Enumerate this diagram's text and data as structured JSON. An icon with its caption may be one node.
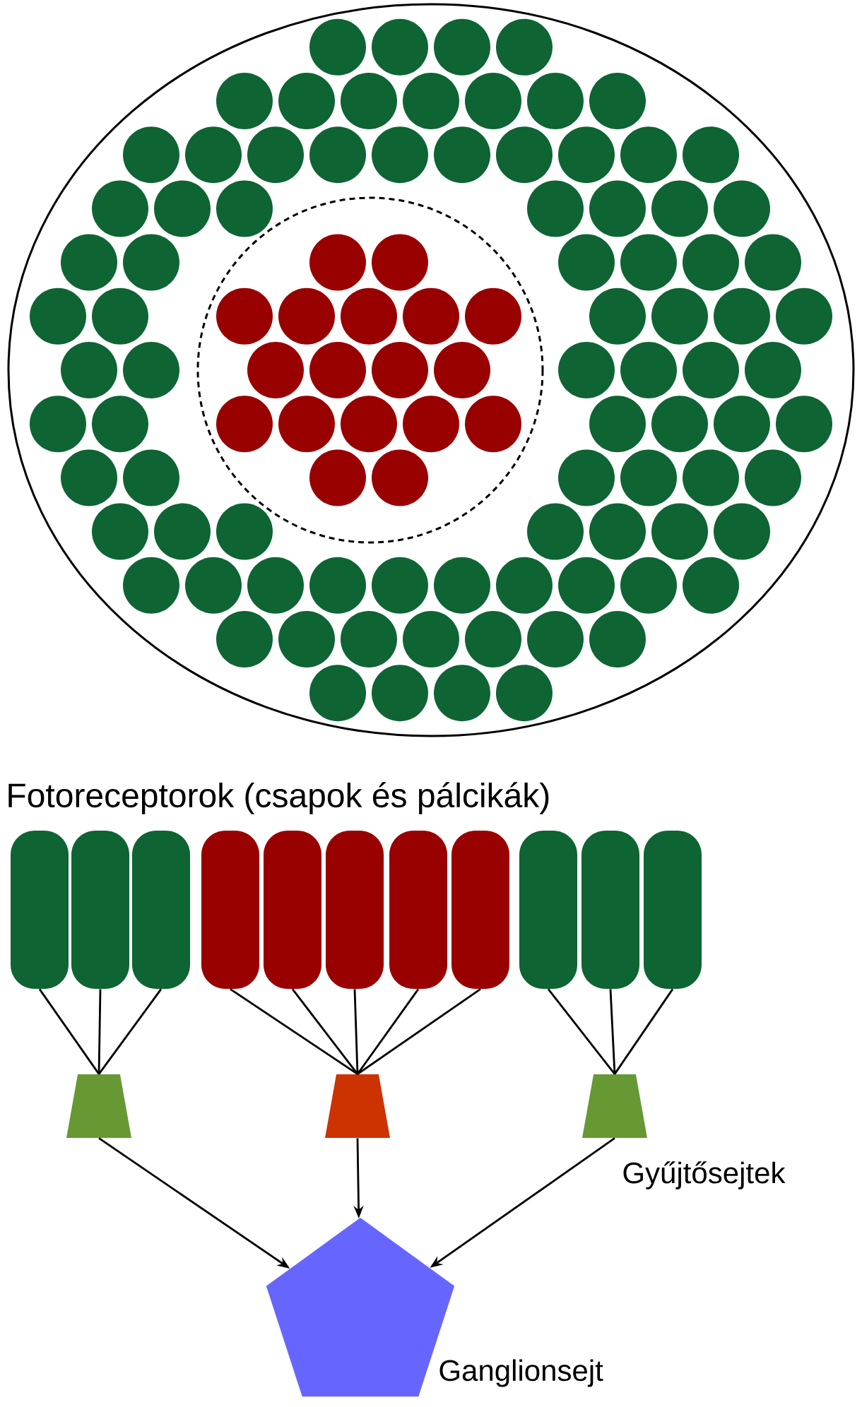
{
  "diagram": {
    "nodes": [
      {
        "text": [],
        "shape": "box"
      },
      {
        "text": [],
        "shape": "box"
      },
      {
        "text": [],
        "shape": "box"
      },
      {
        "text": [],
        "shape": "box"
      },
      {
        "text": [],
        "shape": "box"
      },
      {
        "text": [],
        "shape": "box"
      },
      {
        "text": [],
        "shape": "box"
      },
      {
        "text": [],
        "shape": "box"
      },
      {
        "text": [],
        "shape": "box"
      },
      {
        "text": [],
        "shape": "box"
      },
      {
        "text": [],
        "shape": "box"
      },
      {
        "text": [],
        "shape": "trapezoid"
      },
      {
        "text": [],
        "shape": "trapezoid"
      },
      {
        "text": [],
        "shape": "trapezoid"
      },
      {
        "text": [],
        "shape": "pentagon",
        "beside": [
          "Ganglionsejt"
        ]
      }
    ],
    "edges": [
      {
        "from": 0,
        "to": 11,
        "arrow": "none"
      },
      {
        "from": 1,
        "to": 11,
        "arrow": "none"
      },
      {
        "from": 2,
        "to": 11,
        "arrow": "none"
      },
      {
        "from": 3,
        "to": 12,
        "arrow": "none"
      },
      {
        "from": 4,
        "to": 12,
        "arrow": "none"
      },
      {
        "from": 5,
        "to": 12,
        "arrow": "none"
      },
      {
        "from": 6,
        "to": 12,
        "arrow": "none"
      },
      {
        "from": 7,
        "to": 12,
        "arrow": "none"
      },
      {
        "from": 8,
        "to": 13,
        "arrow": "none"
      },
      {
        "from": 9,
        "to": 13,
        "arrow": "none"
      },
      {
        "from": 10,
        "to": 13,
        "arrow": "none"
      },
      {
        "from": 11,
        "to": 14,
        "arrow": "to"
      },
      {
        "from": 12,
        "to": 14,
        "arrow": "to"
      },
      {
        "from": 13,
        "to": 14,
        "arrow": "to"
      }
    ],
    "labels": [
      "Fotoreceptorok (csapok és pálcikák)",
      "Gyűjtősejtek"
    ]
  }
}
